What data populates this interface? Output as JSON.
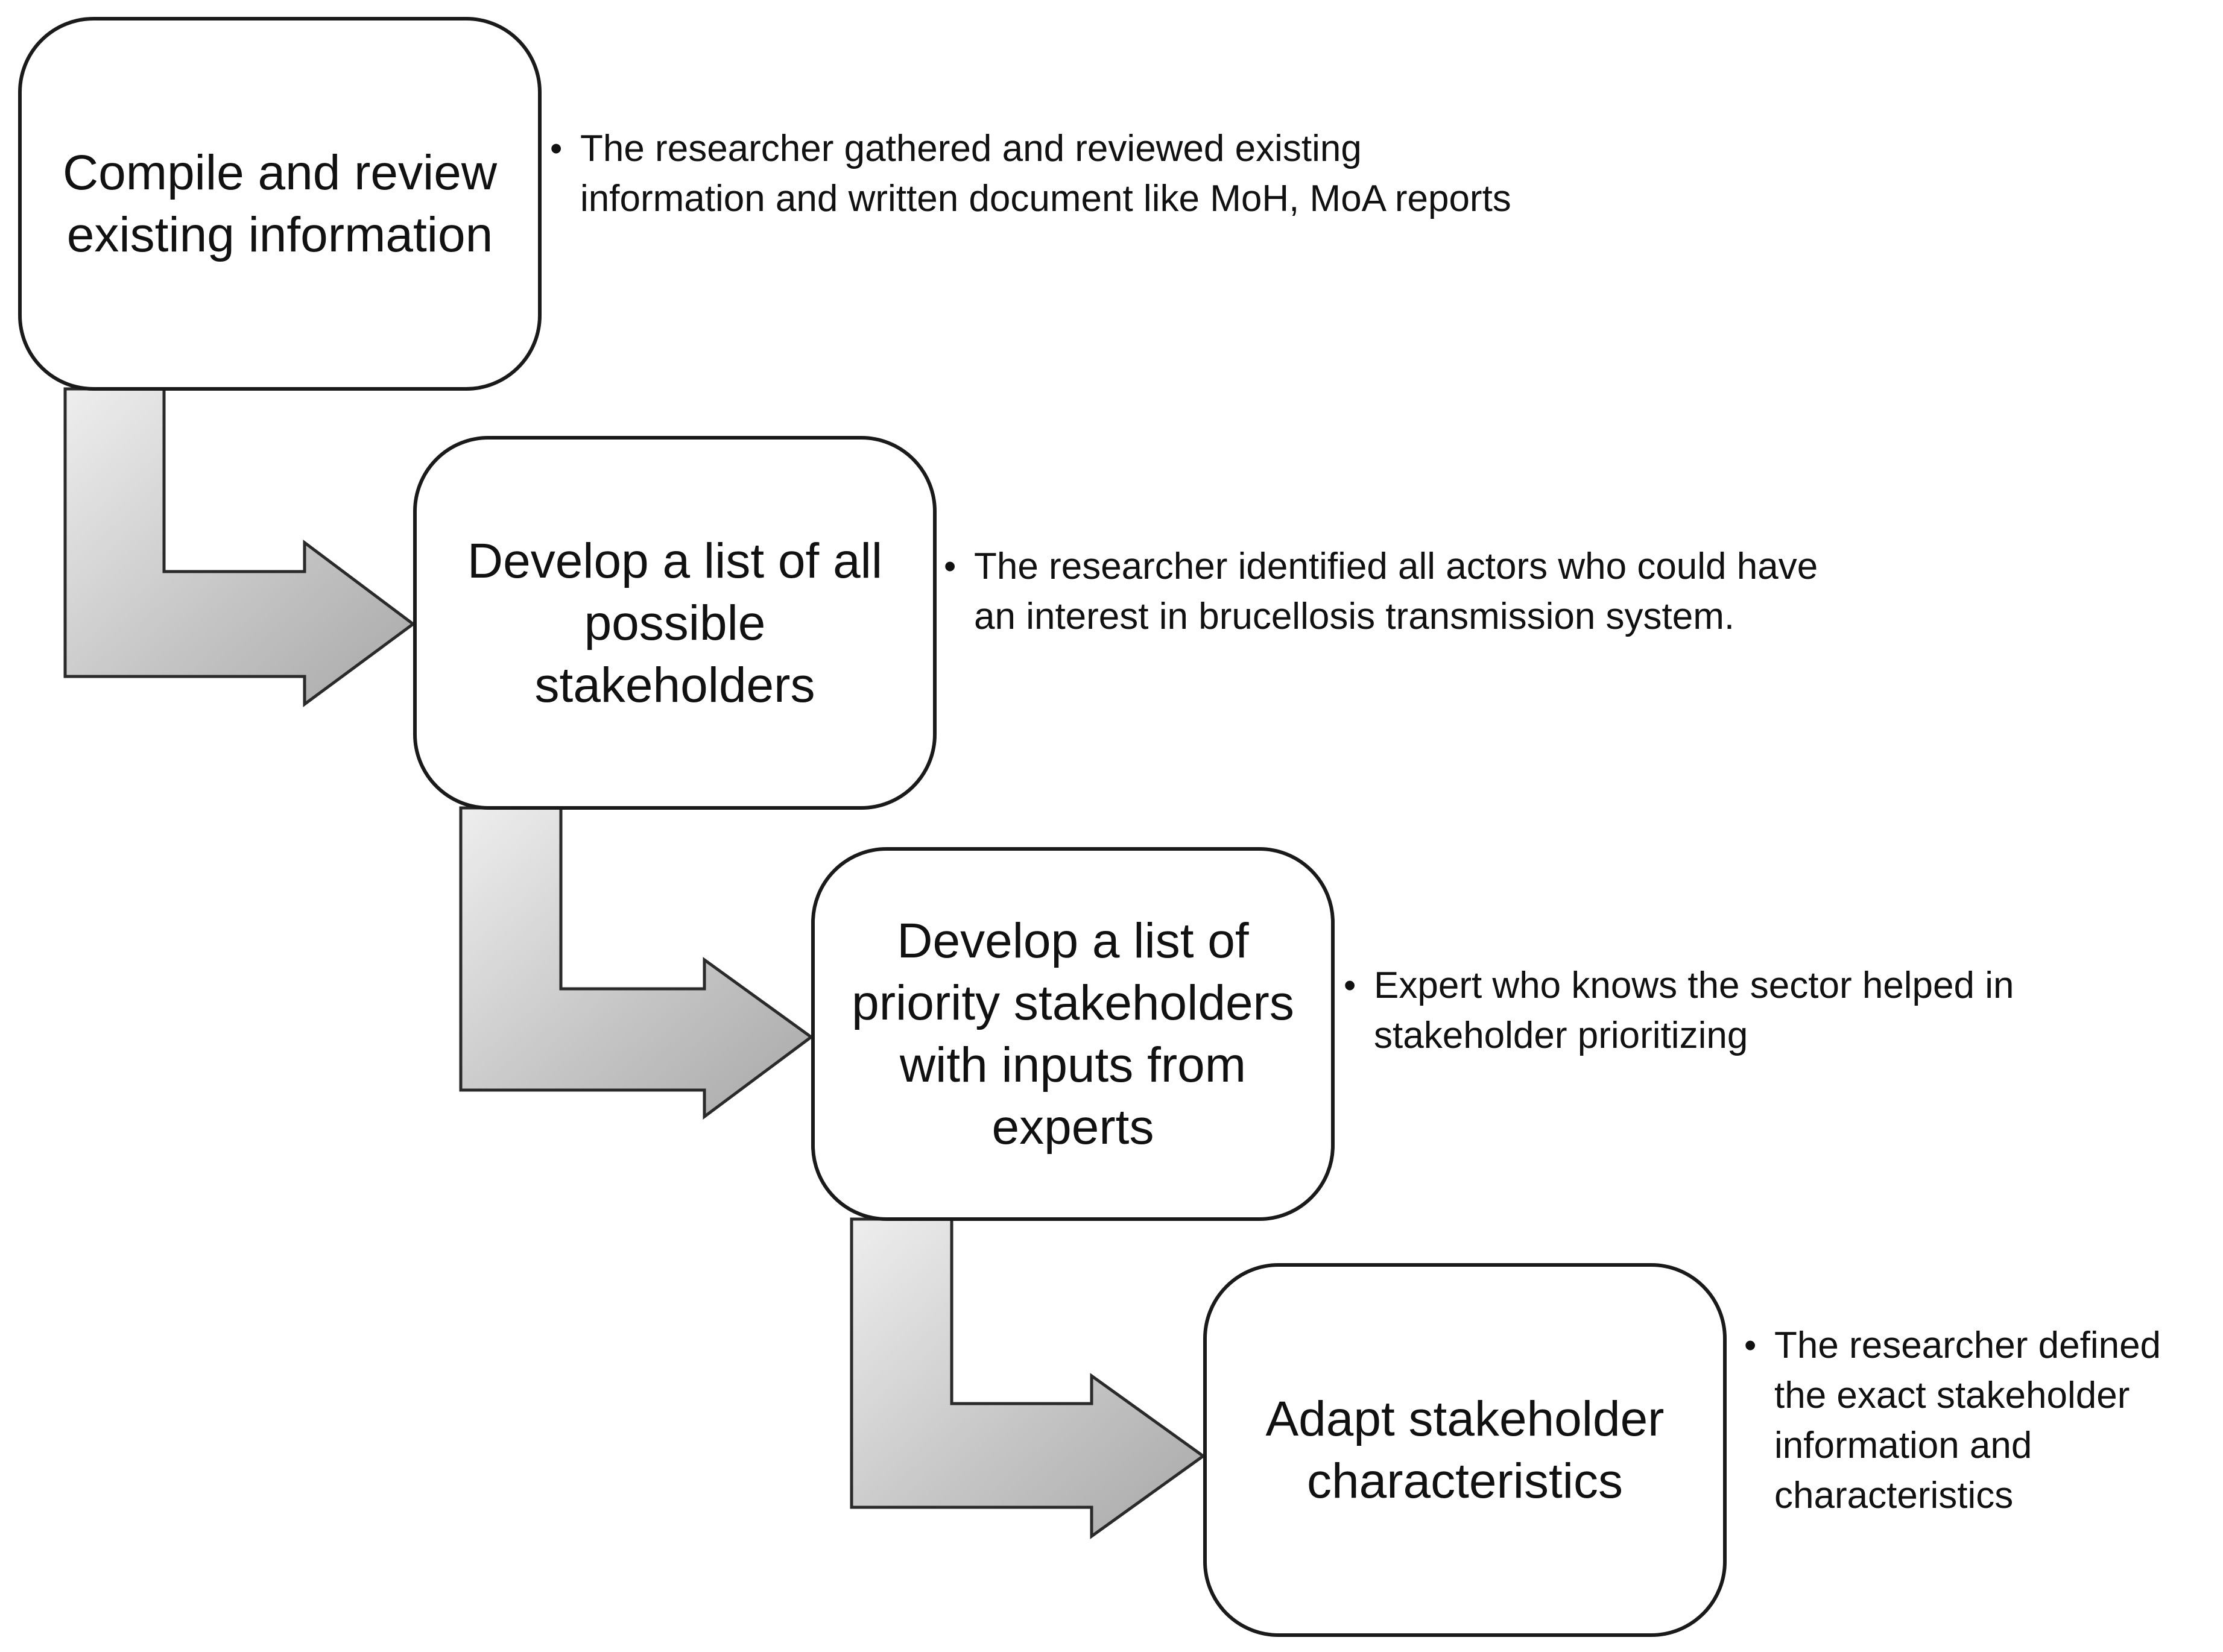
{
  "steps": [
    {
      "title": "Compile and review existing information",
      "note": "The researcher gathered and reviewed existing information and written document like MoH, MoA reports"
    },
    {
      "title": "Develop a list of all possible stakeholders",
      "note": "The researcher identified all actors who could have an interest in brucellosis transmission system."
    },
    {
      "title": "Develop a list of priority stakeholders with inputs from experts",
      "note": "Expert who knows the sector helped in stakeholder prioritizing"
    },
    {
      "title": "Adapt stakeholder characteristics",
      "note": "The researcher defined the exact stakeholder information and characteristics"
    }
  ],
  "bullet": "•",
  "colors": {
    "arrow_fill_light": "#e4e4e4",
    "arrow_fill_dark": "#b4b4b4",
    "arrow_stroke": "#2a2a2a",
    "box_border": "#1a1a1a"
  }
}
